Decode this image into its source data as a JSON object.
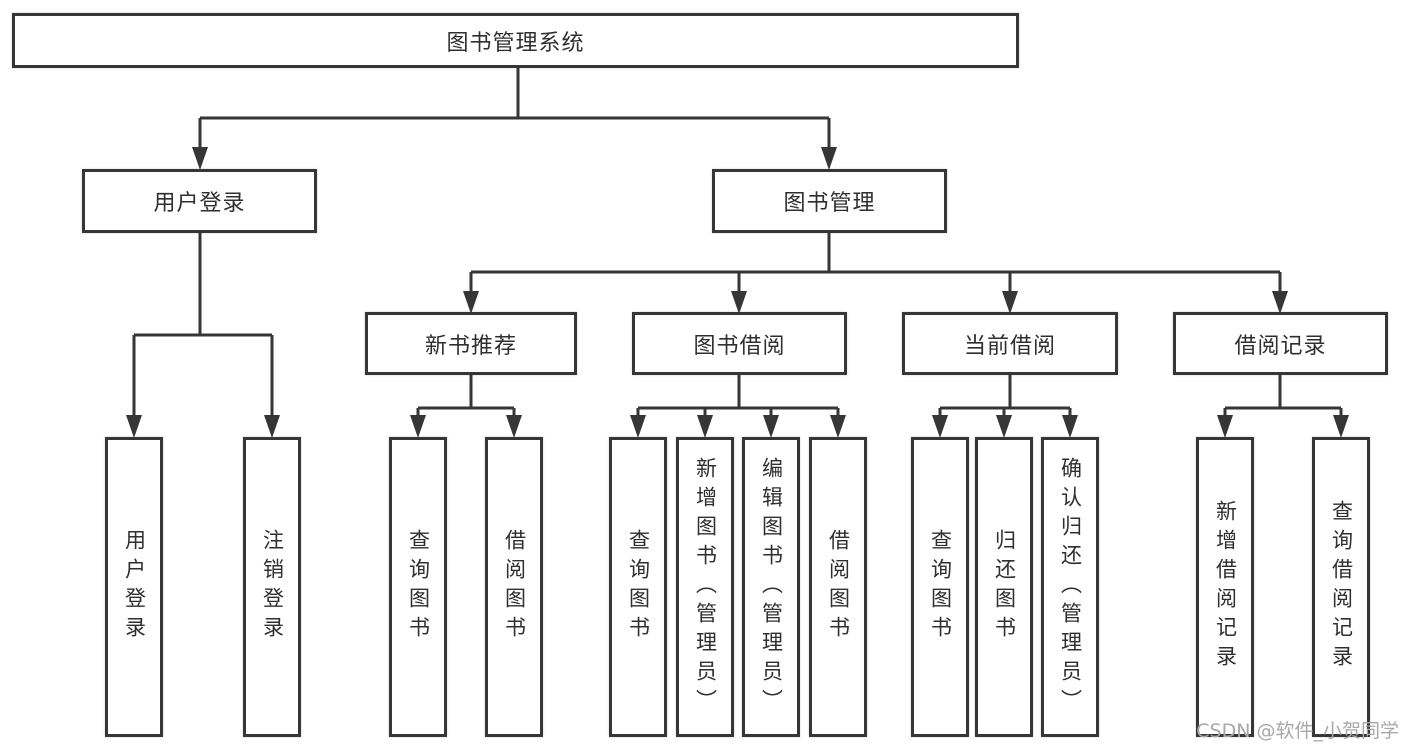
{
  "diagram": {
    "root_label": "图书管理系统",
    "level2": [
      {
        "id": "user-login",
        "label": "用户登录"
      },
      {
        "id": "book-management",
        "label": "图书管理"
      }
    ],
    "level3": [
      {
        "id": "new-book-recommend",
        "label": "新书推荐"
      },
      {
        "id": "book-borrow",
        "label": "图书借阅"
      },
      {
        "id": "current-borrow",
        "label": "当前借阅"
      },
      {
        "id": "borrow-record",
        "label": "借阅记录"
      }
    ],
    "leaves": [
      {
        "parent": "user-login",
        "label": "用户登录"
      },
      {
        "parent": "user-login",
        "label": "注销登录"
      },
      {
        "parent": "new-book-recommend",
        "label": "查询图书"
      },
      {
        "parent": "new-book-recommend",
        "label": "借阅图书"
      },
      {
        "parent": "book-borrow",
        "label": "查询图书"
      },
      {
        "parent": "book-borrow",
        "label": "新增图书（管理员）"
      },
      {
        "parent": "book-borrow",
        "label": "编辑图书（管理员）"
      },
      {
        "parent": "book-borrow",
        "label": "借阅图书"
      },
      {
        "parent": "current-borrow",
        "label": "查询图书"
      },
      {
        "parent": "current-borrow",
        "label": "归还图书"
      },
      {
        "parent": "current-borrow",
        "label": "确认归还（管理员）"
      },
      {
        "parent": "borrow-record",
        "label": "新增借阅记录"
      },
      {
        "parent": "borrow-record",
        "label": "查询借阅记录"
      }
    ],
    "watermark": "CSDN @软件_小贺同学",
    "colors": {
      "line": "#363636",
      "text": "#2f2f2f",
      "watermark": "#a8a8a8",
      "background": "#ffffff"
    }
  }
}
